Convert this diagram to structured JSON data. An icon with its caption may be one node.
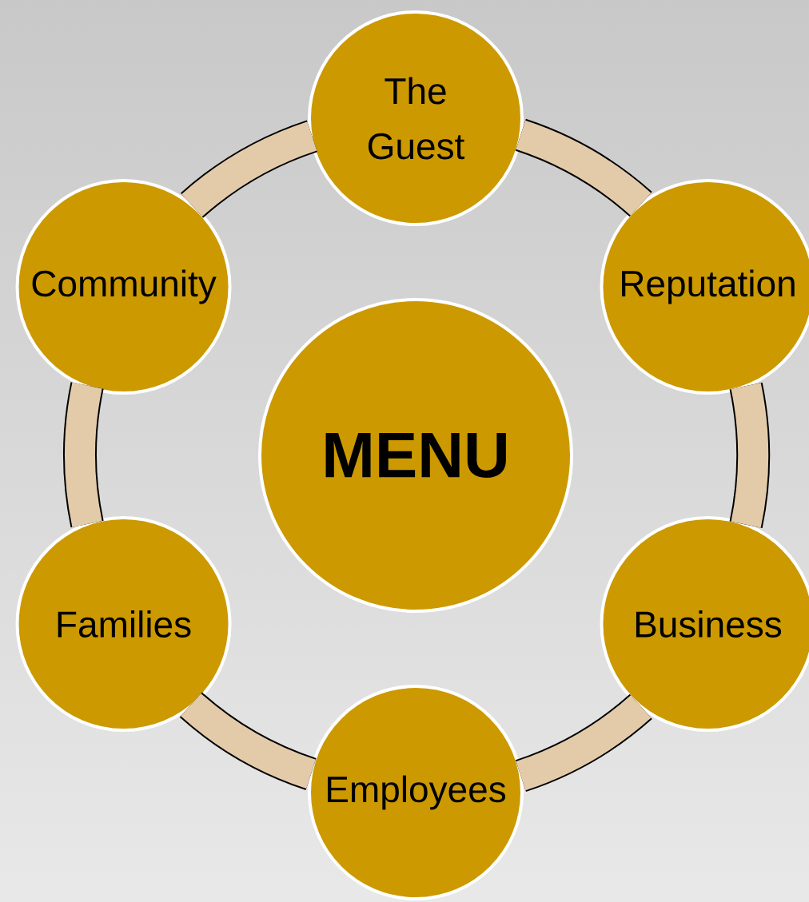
{
  "diagram": {
    "nodes": [
      {
        "text": [
          "The Guest"
        ]
      },
      {
        "text": [
          "Reputation"
        ]
      },
      {
        "text": [
          "Business"
        ]
      },
      {
        "text": [
          "Employees"
        ]
      },
      {
        "text": [
          "Families"
        ]
      },
      {
        "text": [
          "Community"
        ]
      },
      {
        "text": [
          "MENU"
        ]
      }
    ],
    "edges": [
      {
        "from": 0,
        "to": 1,
        "arrow": "none"
      },
      {
        "from": 1,
        "to": 2,
        "arrow": "none"
      },
      {
        "from": 2,
        "to": 3,
        "arrow": "none"
      },
      {
        "from": 3,
        "to": 4,
        "arrow": "none"
      },
      {
        "from": 4,
        "to": 5,
        "arrow": "none"
      },
      {
        "from": 5,
        "to": 0,
        "arrow": "none"
      }
    ]
  }
}
